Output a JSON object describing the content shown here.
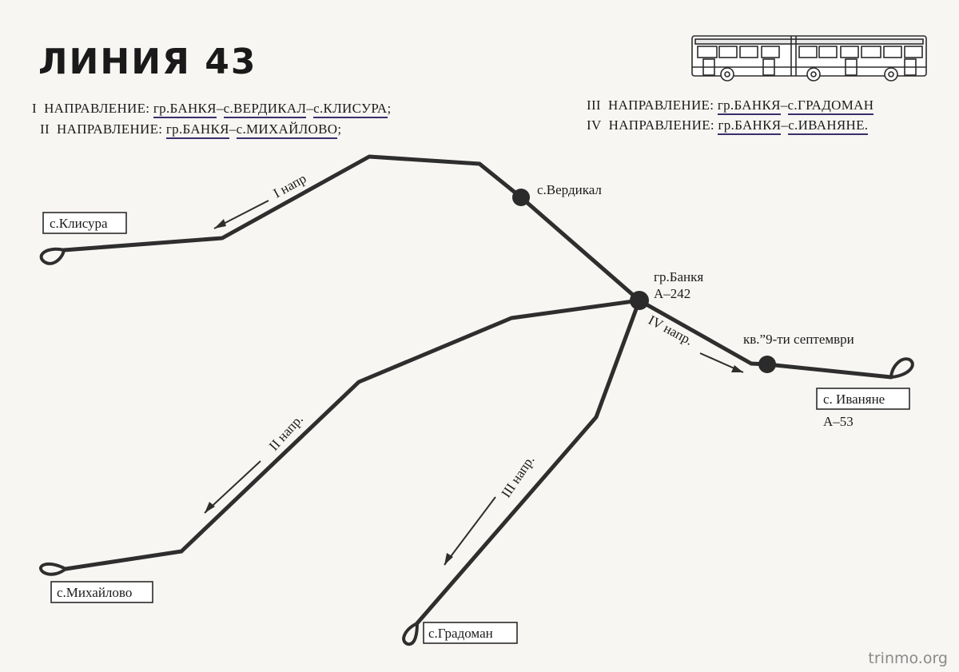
{
  "title": "ЛИНИЯ 43",
  "directions": {
    "d1": {
      "roman": "I",
      "word": "НАПРАВЛЕНИЕ:",
      "from": "гр.БАНКЯ",
      "sep1": "–",
      "via": "с.ВЕРДИКАЛ",
      "sep2": "–",
      "to": "с.КЛИСУРА",
      "end": ";"
    },
    "d2": {
      "roman": "II",
      "word": "НАПРАВЛЕНИЕ:",
      "from": "гр.БАНКЯ",
      "sep": "–",
      "to": "с.МИХАЙЛОВО",
      "end": ";"
    },
    "d3": {
      "roman": "III",
      "word": "НАПРАВЛЕНИЕ:",
      "from": "гр.БАНКЯ",
      "sep": "–",
      "to": "с.ГРАДОМАН"
    },
    "d4": {
      "roman": "IV",
      "word": "НАПРАВЛЕНИЕ:",
      "from": "гр.БАНКЯ",
      "sep": "–",
      "to": "с.ИВАНЯНЕ."
    }
  },
  "map": {
    "stops": {
      "verdikal": "с.Вердикал",
      "bankya": "гр.Банкя",
      "bankya_code": "А–242",
      "district": "кв.”9-ти септември"
    },
    "terminals": {
      "klisura": "с.Клисура",
      "mihaylovo": "с.Михайлово",
      "gradoman": "с.Градоман",
      "ivanyane": "с. Иваняне",
      "ivanyane_code": "А–53"
    },
    "route_labels": {
      "r1": "I напр",
      "r2": "II напр.",
      "r3": "III напр.",
      "r4": "IV напр."
    }
  },
  "colors": {
    "line": "#2e2e2e",
    "underline": "#3a2f6b",
    "paper": "#f7f6f3"
  },
  "watermark": "trinmo.org",
  "icons": {
    "bus": "articulated-bus-icon"
  }
}
